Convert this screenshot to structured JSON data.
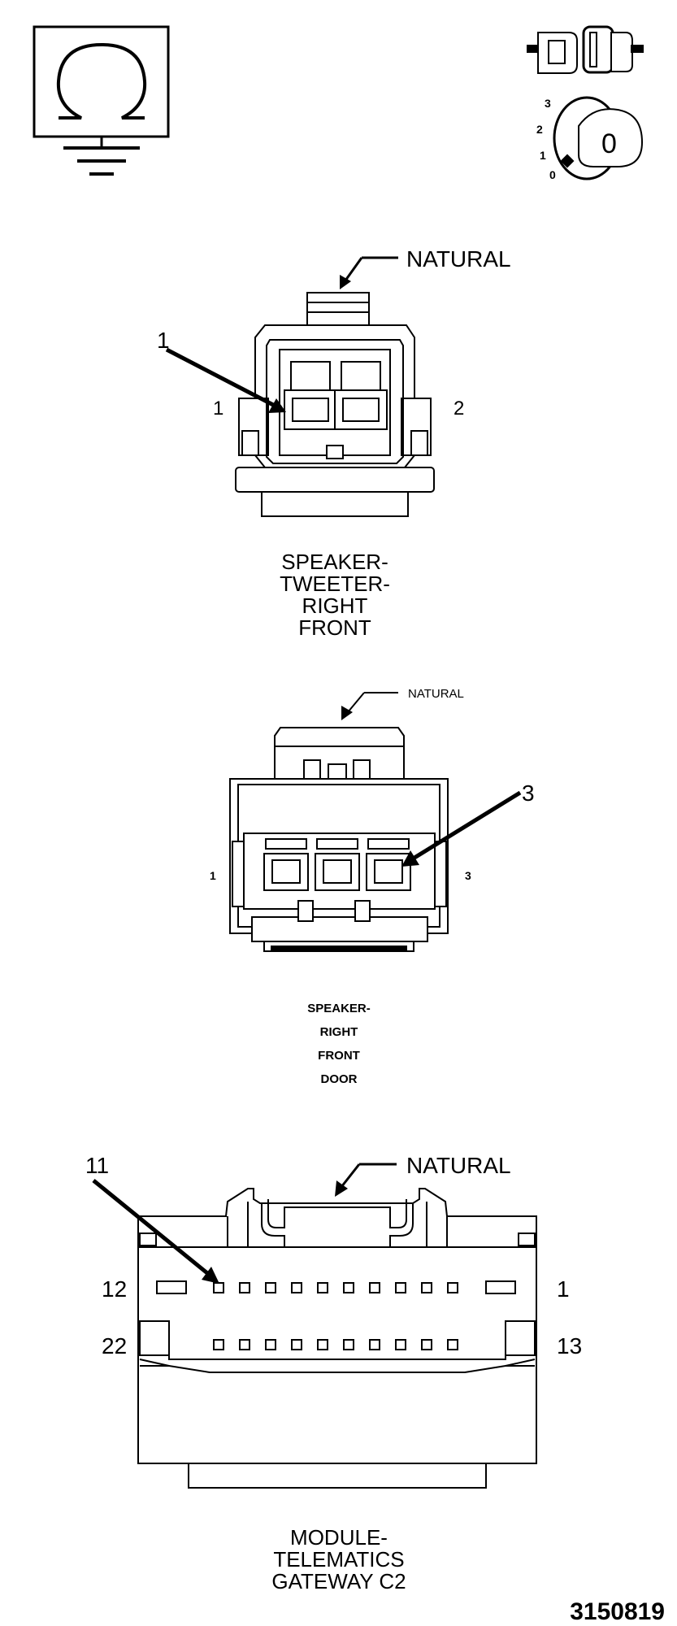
{
  "legend": {
    "icon_ground": "ground-symbol-icon",
    "icon_connector": "inline-connector-icon",
    "icon_ignition": "ignition-switch-icon",
    "ignition_positions": [
      "3",
      "2",
      "1",
      "0"
    ],
    "ignition_key_label": "0"
  },
  "connector1": {
    "color_label": "NATURAL",
    "callout": "1",
    "pin_left": "1",
    "pin_right": "2",
    "title_lines": [
      "SPEAKER-",
      "TWEETER-",
      "RIGHT",
      "FRONT"
    ]
  },
  "connector2": {
    "color_label": "NATURAL",
    "callout": "3",
    "pin_left": "1",
    "pin_right": "3",
    "title_lines": [
      "SPEAKER-",
      "RIGHT",
      "FRONT",
      "DOOR"
    ]
  },
  "connector3": {
    "color_label": "NATURAL",
    "callout": "11",
    "pin_top_left": "12",
    "pin_top_right": "1",
    "pin_bottom_left": "22",
    "pin_bottom_right": "13",
    "title_lines": [
      "MODULE-",
      "TELEMATICS",
      "GATEWAY C2"
    ]
  },
  "figure_number": "3150819"
}
